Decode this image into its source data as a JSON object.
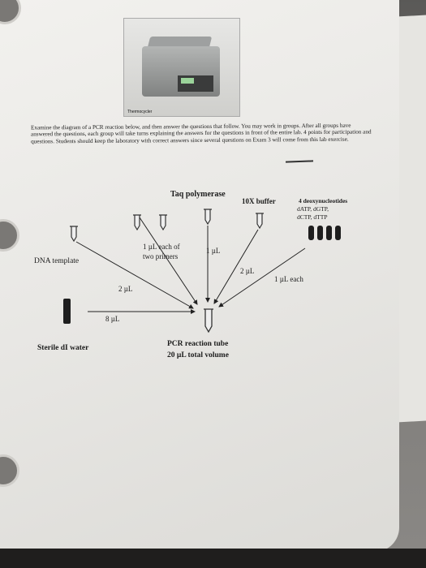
{
  "photo": {
    "caption": "Thermocycler"
  },
  "paragraph": "Examine the diagram of a PCR reaction below, and then answer the questions that follow. You may work in groups. After all groups have answered the questions, each group will take turns explaining the answers for the questions in front of the entire lab. 4 points for participation and questions. Students should keep the laboratory with correct answers since several questions on Exam 3 will come from this lab exercise.",
  "diagram": {
    "taq": "Taq polymerase",
    "buffer": "10X buffer",
    "dntp_title": "4 deoxynucleotides",
    "dntp_line1": "dATP, dGTP,",
    "dntp_line2": "dCTP, dTTP",
    "primers_line1": "1 µL each of",
    "primers_line2": "two primers",
    "taq_vol": "1 µL",
    "buffer_vol": "2 µL",
    "dntp_vol": "1 µL each",
    "dna_template": "DNA template",
    "dna_vol": "2 µL",
    "water_vol": "8 µL",
    "water": "Sterile dI water",
    "tube_line1": "PCR reaction tube",
    "tube_line2": "20 µL total volume"
  }
}
